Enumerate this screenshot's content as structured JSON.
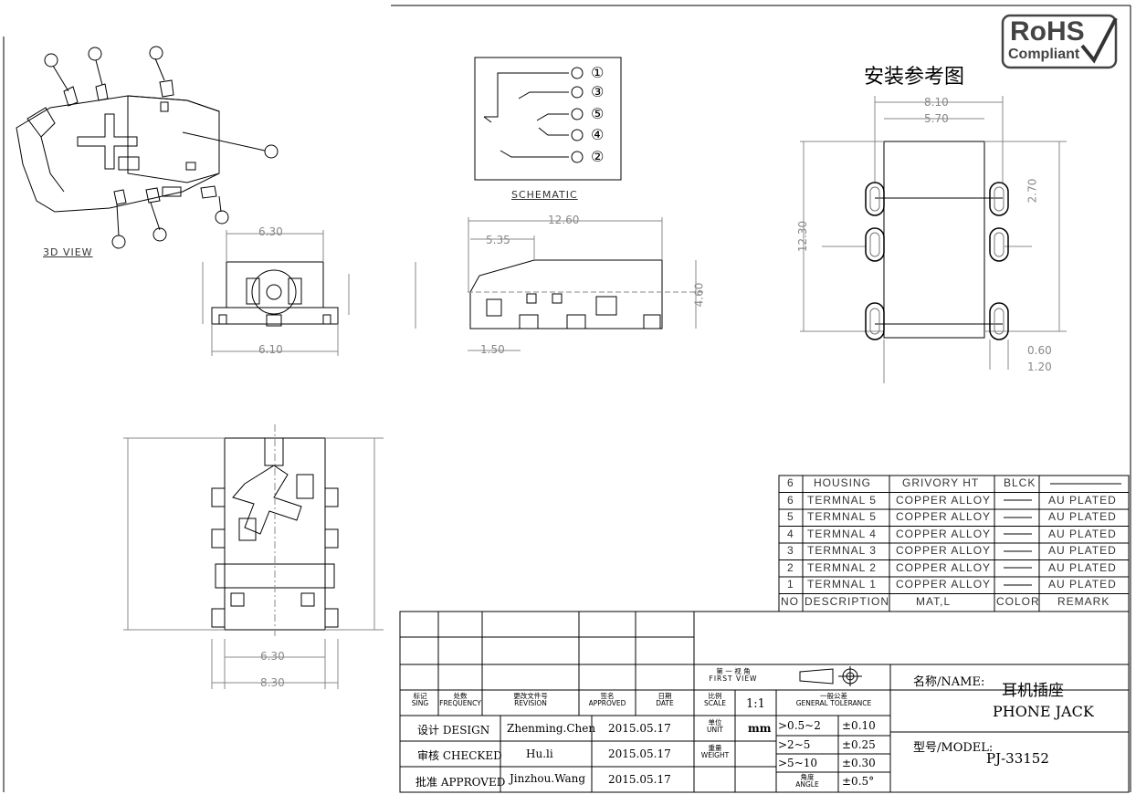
{
  "rohs": {
    "line1": "RoHS",
    "line2": "Compliant"
  },
  "views": {
    "installation_title": "安装参考图",
    "schematic_label": "SCHEMATIC",
    "view_3d_label": "3D VIEW"
  },
  "schematic_pins": [
    "①",
    "③",
    "⑤",
    "④",
    "②"
  ],
  "dims": {
    "front_width": "6.30",
    "front_base": "6.10",
    "side_length": "12.60",
    "side_offset": "5.35",
    "side_height": "4.60",
    "side_pin": "1.50",
    "pcb_total_w": "8.10",
    "pcb_inner_w": "5.70",
    "pcb_total_h": "12.30",
    "pcb_pin_pitch": "2.70",
    "pcb_pad_a": "0.60",
    "pcb_pad_b": "1.20",
    "bottom_width": "6.30",
    "bottom_total": "8.30"
  },
  "bom": {
    "headers": {
      "no": "NO",
      "description": "DESCRIPTION",
      "material": "MAT,L",
      "color": "COLOR",
      "remark": "REMARK"
    },
    "rows": [
      {
        "no": "6",
        "description": "HOUSING",
        "material": "GRIVORY HT",
        "color": "BLCK",
        "remark": ""
      },
      {
        "no": "6",
        "description": "TERMNAL 5",
        "material": "COPPER ALLOY",
        "color": "",
        "remark": "AU PLATED"
      },
      {
        "no": "5",
        "description": "TERMNAL 5",
        "material": "COPPER ALLOY",
        "color": "",
        "remark": "AU PLATED"
      },
      {
        "no": "4",
        "description": "TERMNAL 4",
        "material": "COPPER ALLOY",
        "color": "",
        "remark": "AU PLATED"
      },
      {
        "no": "3",
        "description": "TERMNAL 3",
        "material": "COPPER ALLOY",
        "color": "",
        "remark": "AU PLATED"
      },
      {
        "no": "2",
        "description": "TERMNAL 2",
        "material": "COPPER ALLOY",
        "color": "",
        "remark": "AU PLATED"
      },
      {
        "no": "1",
        "description": "TERMNAL 1",
        "material": "COPPER ALLOY",
        "color": "",
        "remark": "AU PLATED"
      }
    ]
  },
  "title_block": {
    "headers": {
      "sign": "标记",
      "sign_en": "SING",
      "freq": "处数",
      "freq_en": "FREQUENCY",
      "revision": "更改文件号",
      "revision_en": "REVISION",
      "approved": "签名",
      "approved_en": "APPROVED",
      "date": "日期",
      "date_en": "DATE"
    },
    "first_view": "第 一 视 角",
    "first_view_en": "FIRST VIEW",
    "scale_label": "比例",
    "scale_label_en": "SCALE",
    "scale_value": "1:1",
    "tolerance_label": "一般公差",
    "tolerance_label_en": "GENERAL TOLERANCE",
    "unit_label": "单位",
    "unit_label_en": "UNIT",
    "unit_value": "mm",
    "weight_label": "重量",
    "weight_label_en": "WEIGHT",
    "tolerances": [
      {
        "range": ">0.5~2",
        "value": "±0.10"
      },
      {
        "range": ">2~5",
        "value": "±0.25"
      },
      {
        "range": ">5~10",
        "value": "±0.30"
      },
      {
        "range_cn": "角度",
        "range_en": "ANGLE",
        "value": "±0.5°"
      }
    ],
    "design_label": "设计 DESIGN",
    "design_name": "Zhenming.Chen",
    "design_date": "2015.05.17",
    "checked_label": "审核 CHECKED",
    "checked_name": "Hu.li",
    "checked_date": "2015.05.17",
    "approved_label": "批准 APPROVED",
    "approved_name": "Jinzhou.Wang",
    "approved_date": "2015.05.17",
    "name_label": "名称/NAME:",
    "name_cn": "耳机插座",
    "name_en": "PHONE JACK",
    "model_label": "型号/MODEL:",
    "model_value": "PJ-33152"
  }
}
